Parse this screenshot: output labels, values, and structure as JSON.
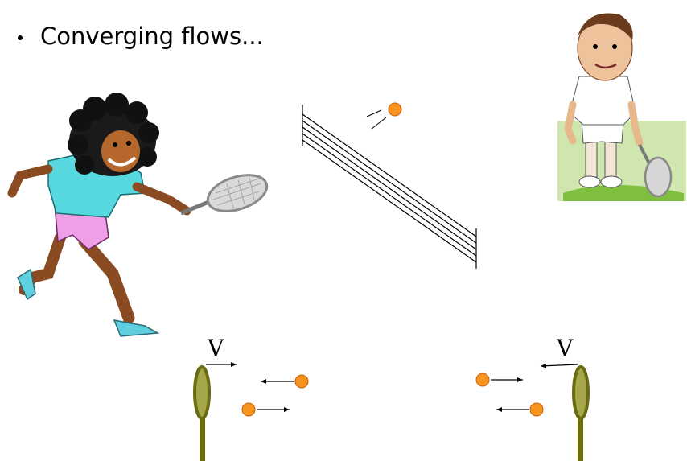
{
  "slide": {
    "bullet_text": "Converging flows..."
  },
  "labels": {
    "left_velocity": "V",
    "right_velocity": "V"
  },
  "colors": {
    "ball_fill": "#f7941d",
    "ball_stroke": "#c8600a",
    "racket_frame": "#6b6b14",
    "racket_face": "#a6a64a",
    "handle": "#6e6e10",
    "net_lines": "#000000",
    "arrow": "#000000"
  },
  "icons": {
    "left_player": "tennis-player-caricature-icon",
    "right_player": "tennis-player-caricature-icon",
    "net": "tennis-net-icon",
    "ball": "tennis-ball-icon"
  }
}
